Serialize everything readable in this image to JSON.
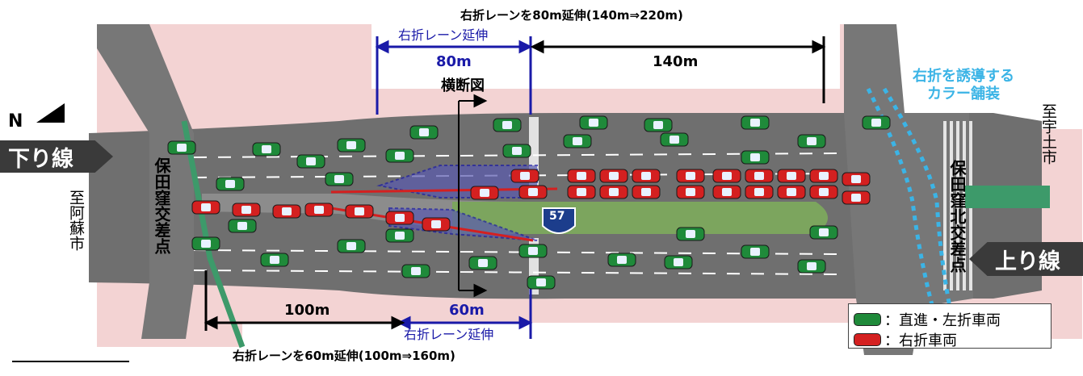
{
  "header": {
    "top_title": "右折レーンを80m延伸(140m⇒220m)",
    "bottom_title": "右折レーンを60m延伸(100m⇒160m)"
  },
  "dimensions": {
    "top_extension_label": "右折レーン延伸",
    "top_extension_value": "80m",
    "top_existing_value": "140m",
    "bottom_existing_value": "100m",
    "bottom_extension_value": "60m",
    "bottom_extension_label": "右折レーン延伸"
  },
  "cross_section_label": "横断図",
  "guidance_label": "右折を誘導する\nカラー舗装",
  "north": "N",
  "directions": {
    "down": "下り線",
    "up": "上り線"
  },
  "destinations": {
    "west": "至阿蘇市",
    "east": "至宇土市"
  },
  "intersections": {
    "west": "保田窪交差点",
    "east": "保田窪北交差点"
  },
  "route_number": "57",
  "legend": {
    "straight_left": "：直進・左折車両",
    "right_turn": "：右折車両"
  },
  "colors": {
    "road": "#6f6f6f",
    "sidewalk": "#f3d3d3",
    "median": "#7ca55e",
    "dimension_blue": "#1a1aa8",
    "guidance_cyan": "#3bb4e6",
    "straight_car": "#1f8a3a",
    "right_car": "#d42020",
    "route_sign": "#1c3d8c"
  }
}
